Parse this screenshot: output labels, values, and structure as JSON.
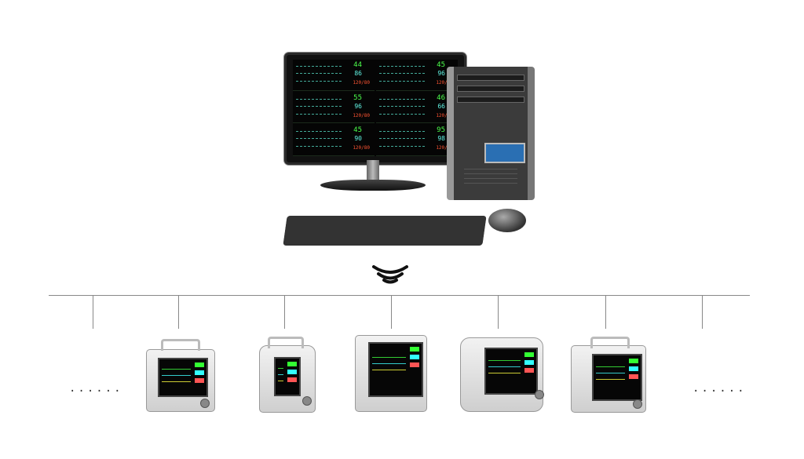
{
  "central_station": {
    "panels": [
      {
        "hr": "44",
        "spo2": "86",
        "nibp": "120/80"
      },
      {
        "hr": "45",
        "spo2": "96",
        "nibp": "120/80"
      },
      {
        "hr": "55",
        "spo2": "96",
        "nibp": "120/80"
      },
      {
        "hr": "46",
        "spo2": "66",
        "nibp": "120/80"
      },
      {
        "hr": "45",
        "spo2": "90",
        "nibp": "120/80"
      },
      {
        "hr": "95",
        "spo2": "98",
        "nibp": "120/80"
      }
    ]
  },
  "network": {
    "ellipsis_left": "......",
    "ellipsis_right": "......"
  },
  "colors": {
    "line": "#888888",
    "hr": "#4cff4c",
    "spo2": "#60f0e0",
    "nibp": "#ff5533"
  }
}
